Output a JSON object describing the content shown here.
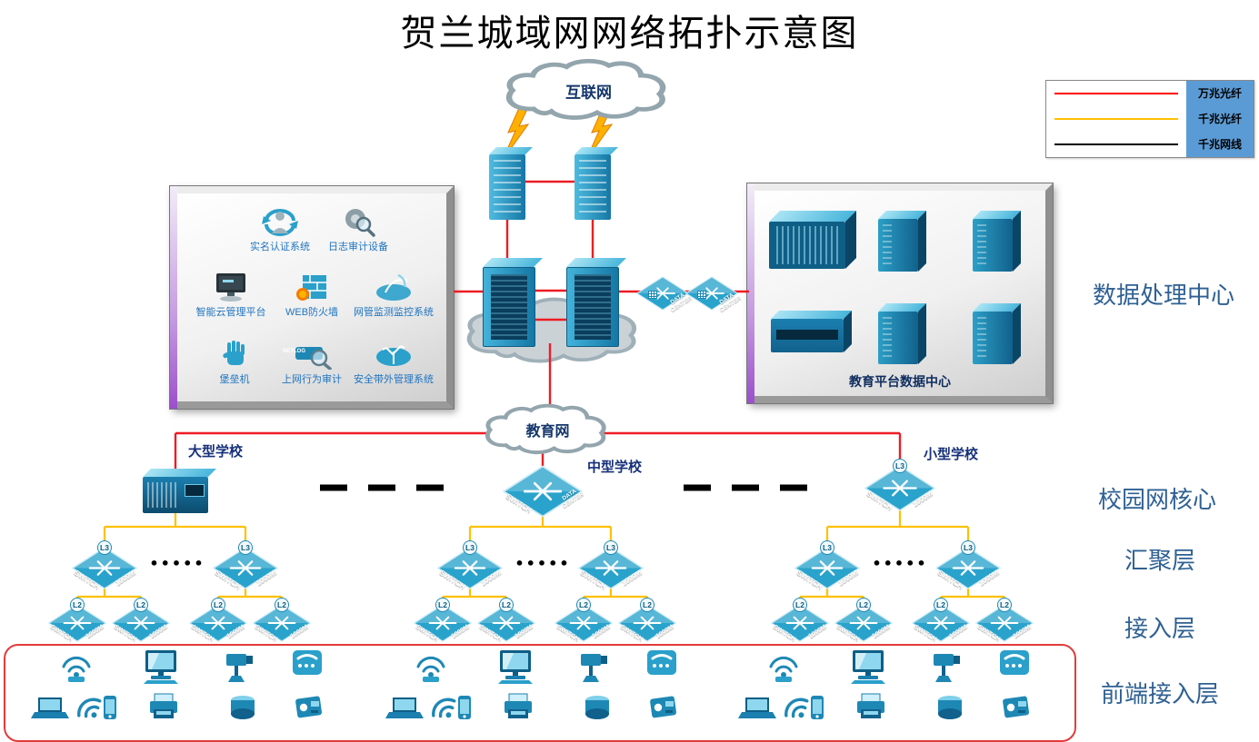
{
  "title": "贺兰城域网网络拓扑示意图",
  "legend": {
    "items": [
      {
        "label": "万兆光纤",
        "color": "#ff0000"
      },
      {
        "label": "千兆光纤",
        "color": "#ffc000"
      },
      {
        "label": "千兆网线",
        "color": "#000000"
      }
    ]
  },
  "clouds": {
    "internet": "互联网",
    "education": "教育网"
  },
  "left_panel": {
    "items": [
      {
        "label": "实名认证系统"
      },
      {
        "label": "日志审计设备"
      },
      {
        "label": "智能云管理平台"
      },
      {
        "label": "WEB防火墙"
      },
      {
        "label": "网管监测监控系统"
      },
      {
        "label": "堡垒机"
      },
      {
        "label": "上网行为审计"
      },
      {
        "label": "安全带外管理系统"
      }
    ],
    "netlog": "NETLOG"
  },
  "right_panel": {
    "label": "教育平台数据中心"
  },
  "layer_labels": [
    "数据处理中心",
    "校园网核心",
    "汇聚层",
    "接入层",
    "前端接入层"
  ],
  "schools": [
    {
      "name": "大型学校"
    },
    {
      "name": "中型学校"
    },
    {
      "name": "小型学校"
    }
  ],
  "switch": {
    "l3": "L3",
    "l2": "L2",
    "name": "SWITCH",
    "speed": "1000M",
    "dc_top": "DATA",
    "dc_bottom": "CENTER"
  },
  "frontend": {
    "voip": "VoIP"
  },
  "dots": "•••••",
  "colors": {
    "line_10g_fiber": "#ff0000",
    "line_1g_fiber": "#ffc000",
    "line_1g_cable": "#000000",
    "device_blue": "#2AA0CB",
    "legend_label_bg": "#5B9BD5",
    "layer_label_text": "#2F6193"
  }
}
